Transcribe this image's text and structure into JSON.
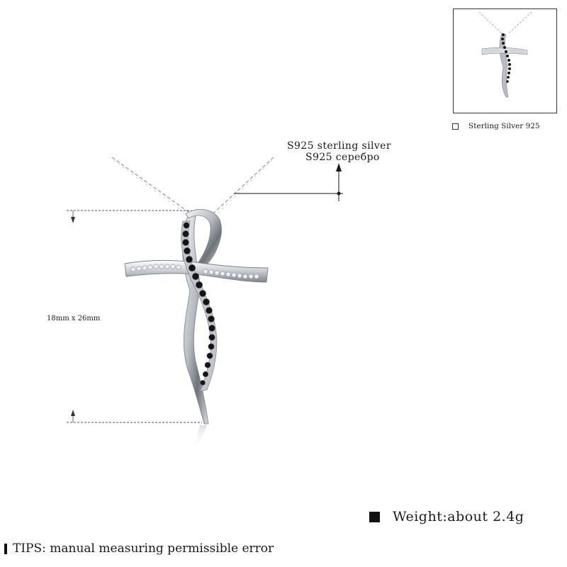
{
  "material": {
    "english": "S925 sterling silver",
    "russian": "S925 серебро"
  },
  "dimensions": "18mm x 26mm",
  "thumbnail": {
    "caption": "Sterling Silver 925",
    "selected": false
  },
  "weight": "Weight:about 2.4g",
  "tips": "TIPS: manual measuring permissible error",
  "colors": {
    "stones_black": "#141414",
    "stones_clear": "#e8eaee",
    "silver": "#c9ccd1",
    "text": "#1a1a1a"
  }
}
